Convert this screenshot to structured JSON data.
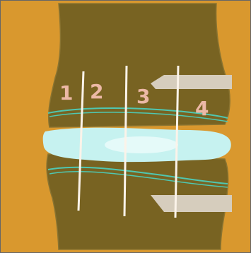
{
  "colors": {
    "background": "#d9982e",
    "bone": "#786322",
    "bone_edge": "#8a7431",
    "joint_space": "#c6f2f0",
    "joint_space_glow": "#e8fbfa",
    "cartilage_line": "#4fc7b1",
    "zone_line": "#fbf3e9",
    "probe": "#d6cdbd",
    "label": "#ecb8a6",
    "frame": "#666666"
  },
  "icons": {
    "upper_probe": "needle-probe-icon",
    "lower_probe": "needle-probe-icon"
  },
  "zones": [
    {
      "label": "1"
    },
    {
      "label": "2"
    },
    {
      "label": "3"
    },
    {
      "label": "4"
    }
  ]
}
